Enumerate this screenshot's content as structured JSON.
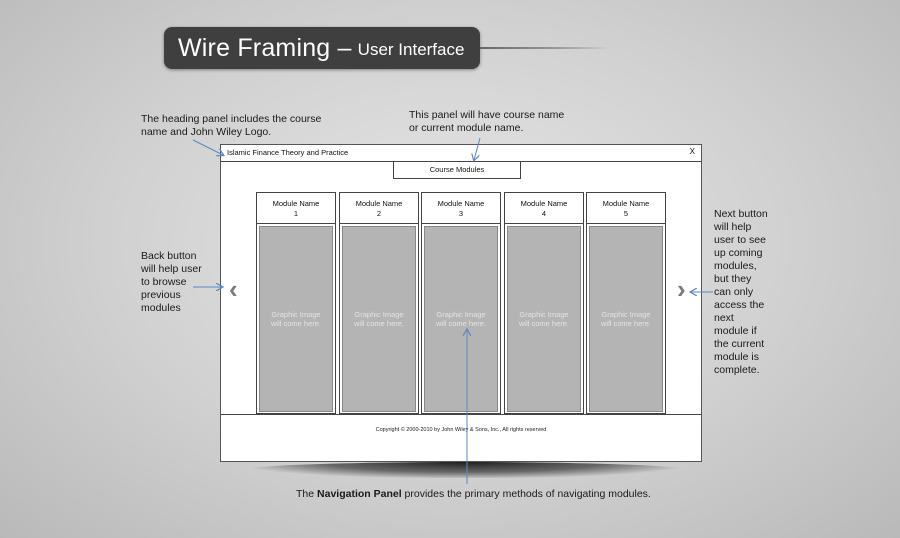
{
  "header": {
    "title_main": "Wire Framing –",
    "title_sub": "User Interface"
  },
  "annotations": {
    "heading_panel": "The heading panel includes the course name and John Wiley Logo.",
    "course_panel": "This panel will have course name or current module name.",
    "back_button": "Back button will help user to browse previous modules",
    "next_button": "Next button will help user to see up coming modules, but they can only access the next module if the current module is complete.",
    "nav_panel_prefix": "The ",
    "nav_panel_bold": "Navigation Panel",
    "nav_panel_suffix": " provides the primary methods of navigating modules."
  },
  "window": {
    "title": "Islamic Finance Theory and Practice",
    "close_label": "X",
    "panel_label": "Course Modules",
    "modules": [
      {
        "name": "Module Name",
        "number": "1",
        "image_text": "Graphic Image will come here."
      },
      {
        "name": "Module Name",
        "number": "2",
        "image_text": "Graphic Image will come here."
      },
      {
        "name": "Module Name",
        "number": "3",
        "image_text": "Graphic Image will come here."
      },
      {
        "name": "Module Name",
        "number": "4",
        "image_text": "Graphic Image will come here."
      },
      {
        "name": "Module Name",
        "number": "5",
        "image_text": "Graphic Image will come here."
      }
    ],
    "back_icon": "‹",
    "next_icon": "›",
    "copyright": "Copyright © 2000-2010  by John Wiley & Sons, Inc., All rights reserved"
  },
  "colors": {
    "arrow": "#5b87c5",
    "title_bg": "#3f3f3f"
  }
}
